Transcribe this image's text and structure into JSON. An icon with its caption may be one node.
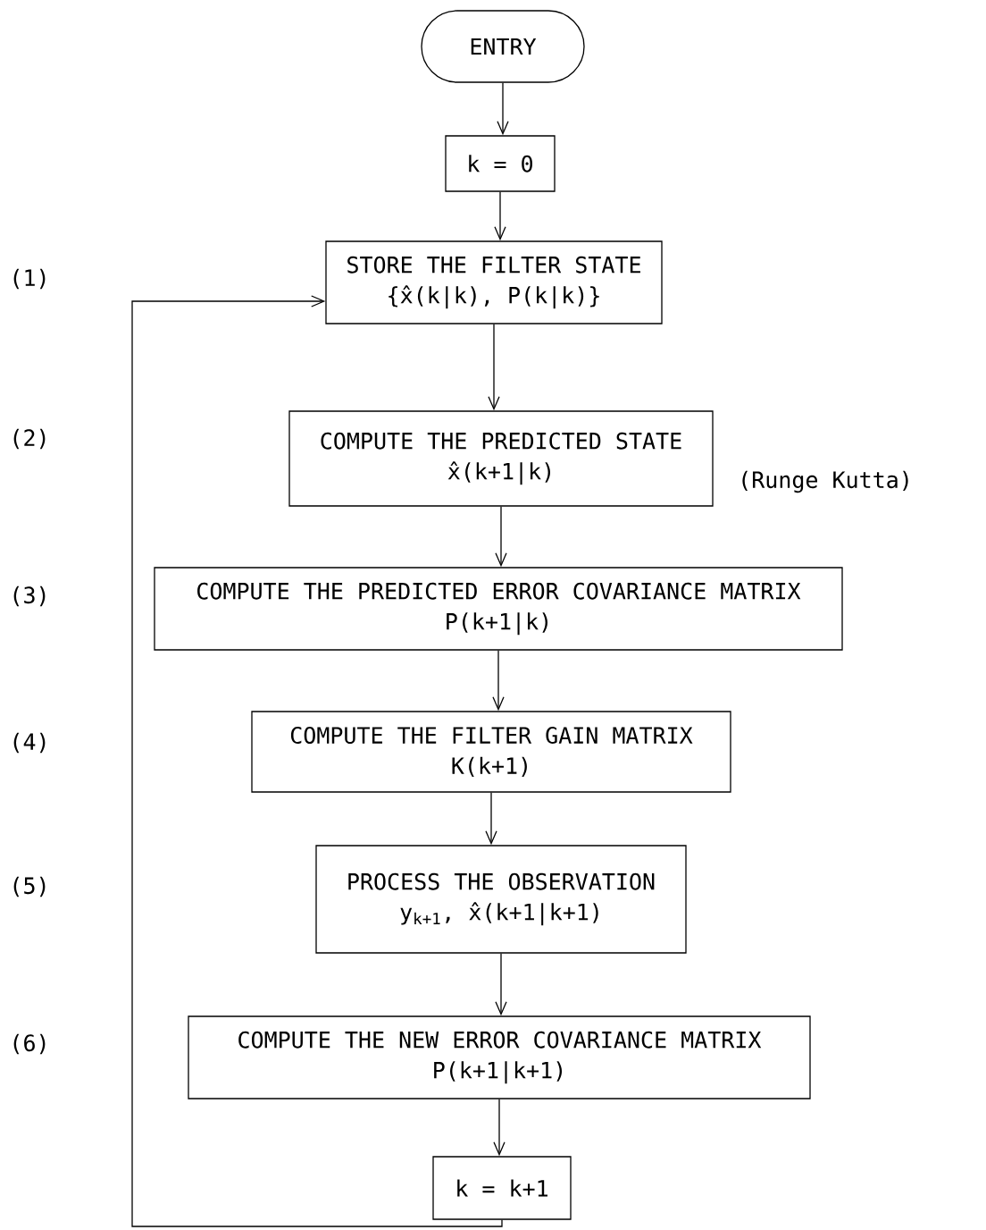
{
  "diagram": {
    "nodes": [
      {
        "text": [
          "ENTRY"
        ]
      },
      {
        "text": [
          "k = 0"
        ]
      },
      {
        "text": [
          "STORE THE FILTER STATE",
          "{x̂(k|k), P(k|k)}"
        ]
      },
      {
        "text": [
          "COMPUTE THE PREDICTED STATE",
          "x̂(k+1|k)"
        ],
        "beside": [
          "(Runge Kutta)"
        ]
      },
      {
        "text": [
          "COMPUTE THE PREDICTED ERROR COVARIANCE MATRIX",
          "P(k+1|k)"
        ]
      },
      {
        "text": [
          "COMPUTE THE FILTER GAIN MATRIX",
          "K(k+1)"
        ]
      },
      {
        "text": [
          "PROCESS THE OBSERVATION",
          "y$_{k+1}$, x̂(k+1|k+1)"
        ]
      },
      {
        "text": [
          "COMPUTE THE NEW ERROR COVARIANCE MATRIX",
          "P(k+1|k+1)"
        ]
      },
      {
        "text": [
          "k = k+1"
        ]
      }
    ],
    "edges": [
      {
        "from": 0,
        "to": 1,
        "arrow": "to"
      },
      {
        "from": 1,
        "to": 2,
        "arrow": "to"
      },
      {
        "from": 2,
        "to": 3,
        "arrow": "to"
      },
      {
        "from": 3,
        "to": 4,
        "arrow": "to"
      },
      {
        "from": 4,
        "to": 5,
        "arrow": "to"
      },
      {
        "from": 5,
        "to": 6,
        "arrow": "to"
      },
      {
        "from": 6,
        "to": 7,
        "arrow": "to"
      },
      {
        "from": 7,
        "to": 8,
        "arrow": "to"
      },
      {
        "from": 8,
        "to": 2,
        "arrow": "to"
      }
    ],
    "labels": [
      "(1)",
      "(2)",
      "(3)",
      "(4)",
      "(5)",
      "(6)"
    ]
  }
}
